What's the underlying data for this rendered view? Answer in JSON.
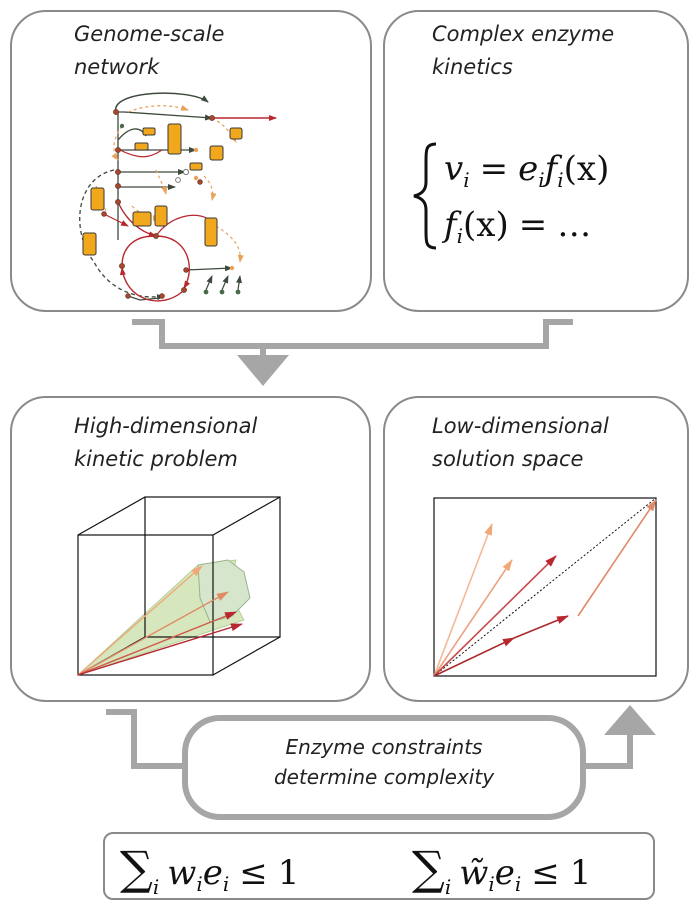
{
  "panels": {
    "genome": {
      "title_line1": "Genome-scale",
      "title_line2": "network"
    },
    "kinetics": {
      "title_line1": "Complex enzyme",
      "title_line2": "kinetics"
    },
    "highdim": {
      "title_line1": "High-dimensional",
      "title_line2": "kinetic problem"
    },
    "lowdim": {
      "title_line1": "Low-dimensional",
      "title_line2": "solution space"
    }
  },
  "equations": {
    "line1": {
      "lhs": "v",
      "lhs_sub": "i",
      "eq": "=",
      "e": "e",
      "e_sub": "i",
      "f": "f",
      "f_sub": "i",
      "arg": "(x)"
    },
    "line2": {
      "f": "f",
      "f_sub": "i",
      "arg": "(x)",
      "eq": "=",
      "rest": "…"
    }
  },
  "middle": {
    "line1": "Enzyme constraints",
    "line2": "determine complexity"
  },
  "constraints": {
    "left": {
      "sum": "∑",
      "sub": "i",
      "w": "w",
      "w_sub": "i",
      "e": "e",
      "e_sub": "i",
      "rel": "≤",
      "rhs": "1"
    },
    "right": {
      "sum": "∑",
      "sub": "i",
      "w": "w̃",
      "w_sub": "i",
      "e": "e",
      "e_sub": "i",
      "rel": "≤",
      "rhs": "1"
    }
  },
  "colors": {
    "panel_border": "#8a8a8a",
    "connector": "#a6a6a6",
    "enzyme_box": "#f2a81d",
    "metabolite": "#a7472e",
    "arrow_red": "#b8282f",
    "arrow_orange": "#e39a6a",
    "cone_fill": "#cfe3b3"
  }
}
